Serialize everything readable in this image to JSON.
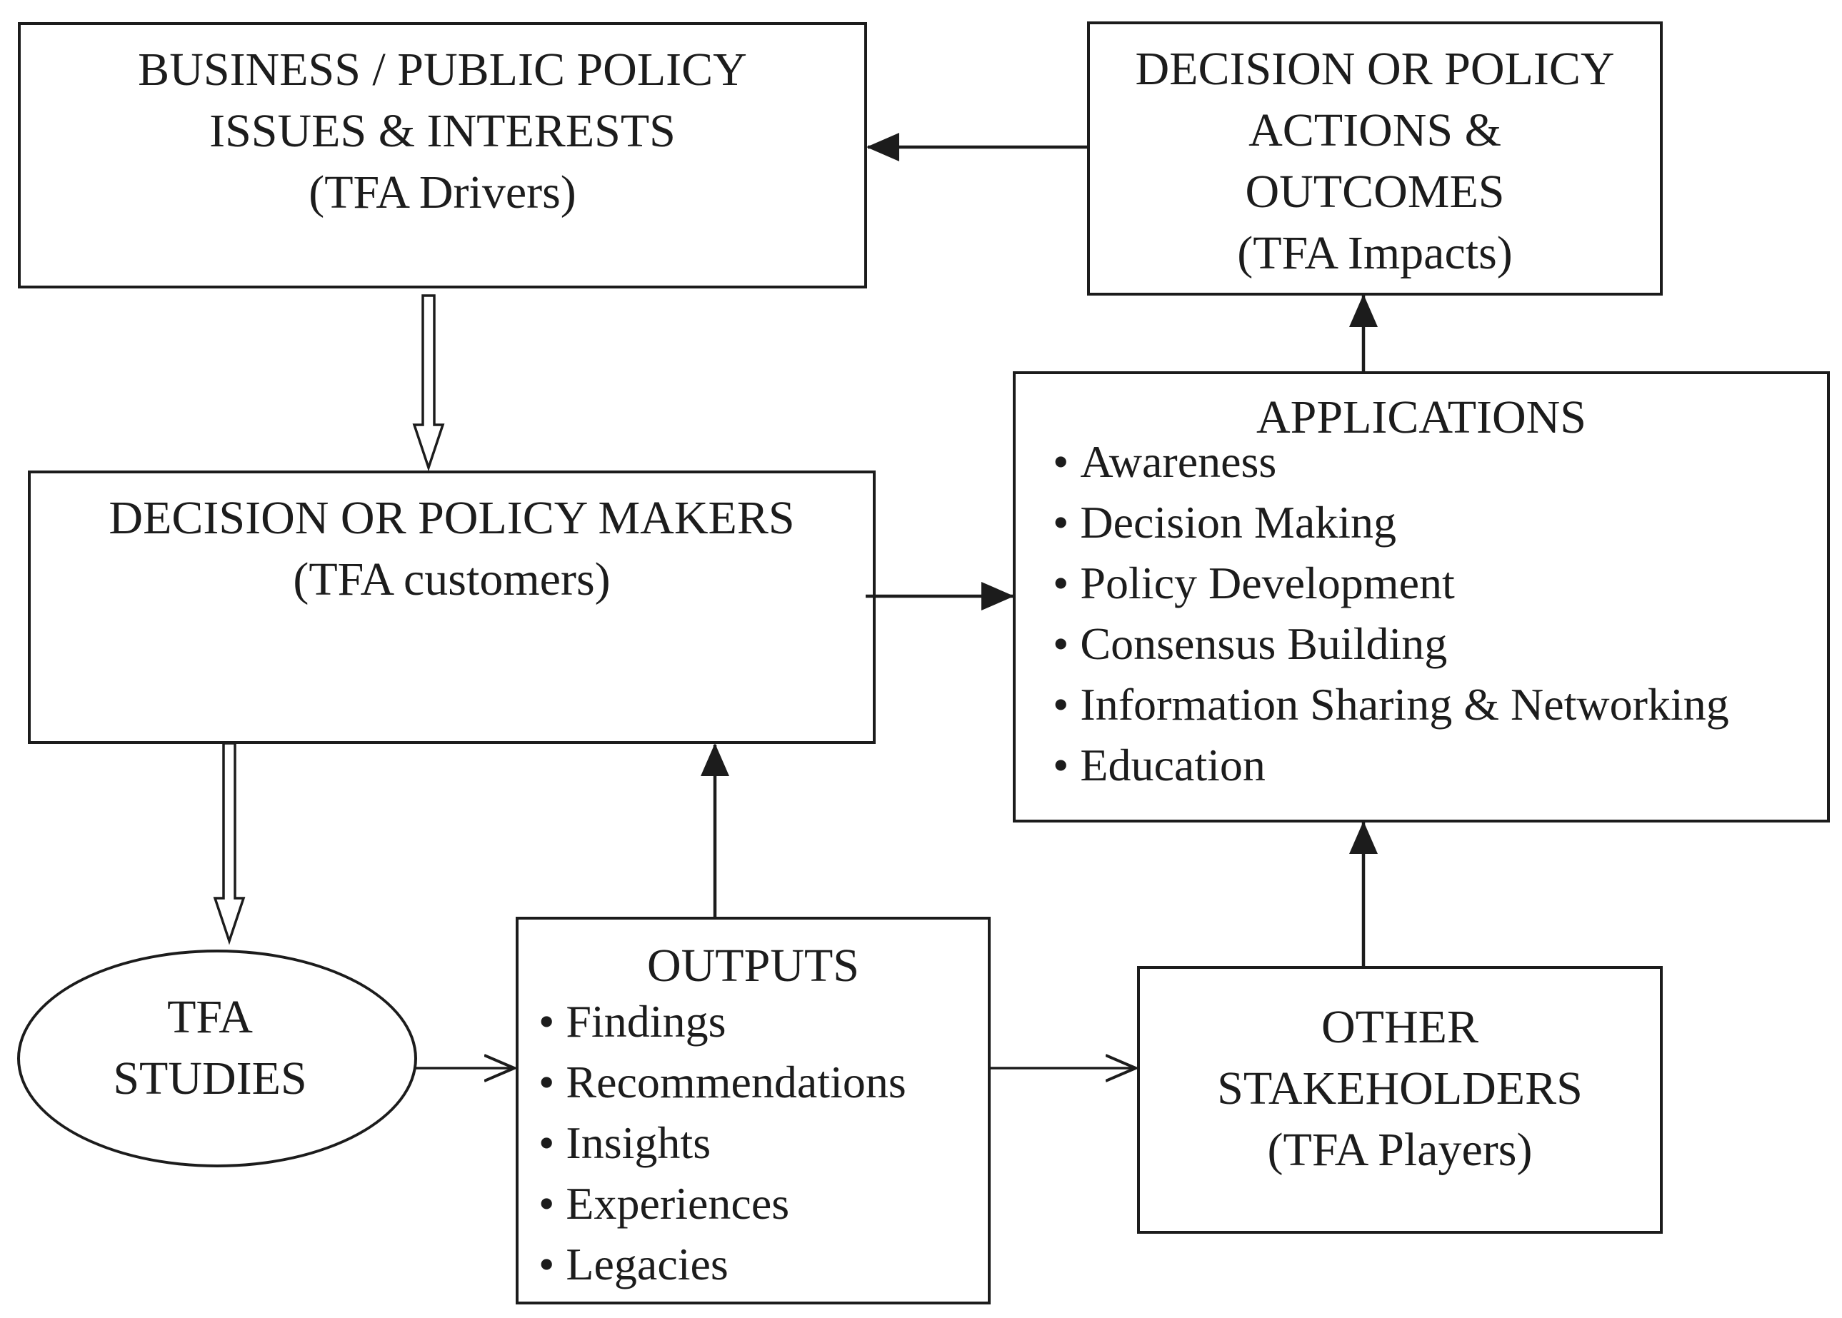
{
  "boxes": {
    "issues": {
      "line1": "BUSINESS / PUBLIC POLICY",
      "line2": "ISSUES & INTERESTS",
      "line3": "(TFA Drivers)"
    },
    "actions": {
      "line1": "DECISION OR POLICY",
      "line2": "ACTIONS &",
      "line3": "OUTCOMES",
      "line4": "(TFA Impacts)"
    },
    "makers": {
      "line1": "DECISION OR POLICY MAKERS",
      "line2": "(TFA customers)"
    },
    "applications": {
      "title": "APPLICATIONS",
      "items": [
        "Awareness",
        "Decision Making",
        "Policy Development",
        "Consensus Building",
        "Information Sharing & Networking",
        "Education"
      ]
    },
    "studies": {
      "line1": "TFA",
      "line2": "STUDIES"
    },
    "outputs": {
      "title": "OUTPUTS",
      "items": [
        "Findings",
        "Recommendations",
        "Insights",
        "Experiences",
        "Legacies"
      ]
    },
    "stakeholders": {
      "line1": "OTHER",
      "line2": "STAKEHOLDERS",
      "line3": "(TFA Players)"
    }
  }
}
